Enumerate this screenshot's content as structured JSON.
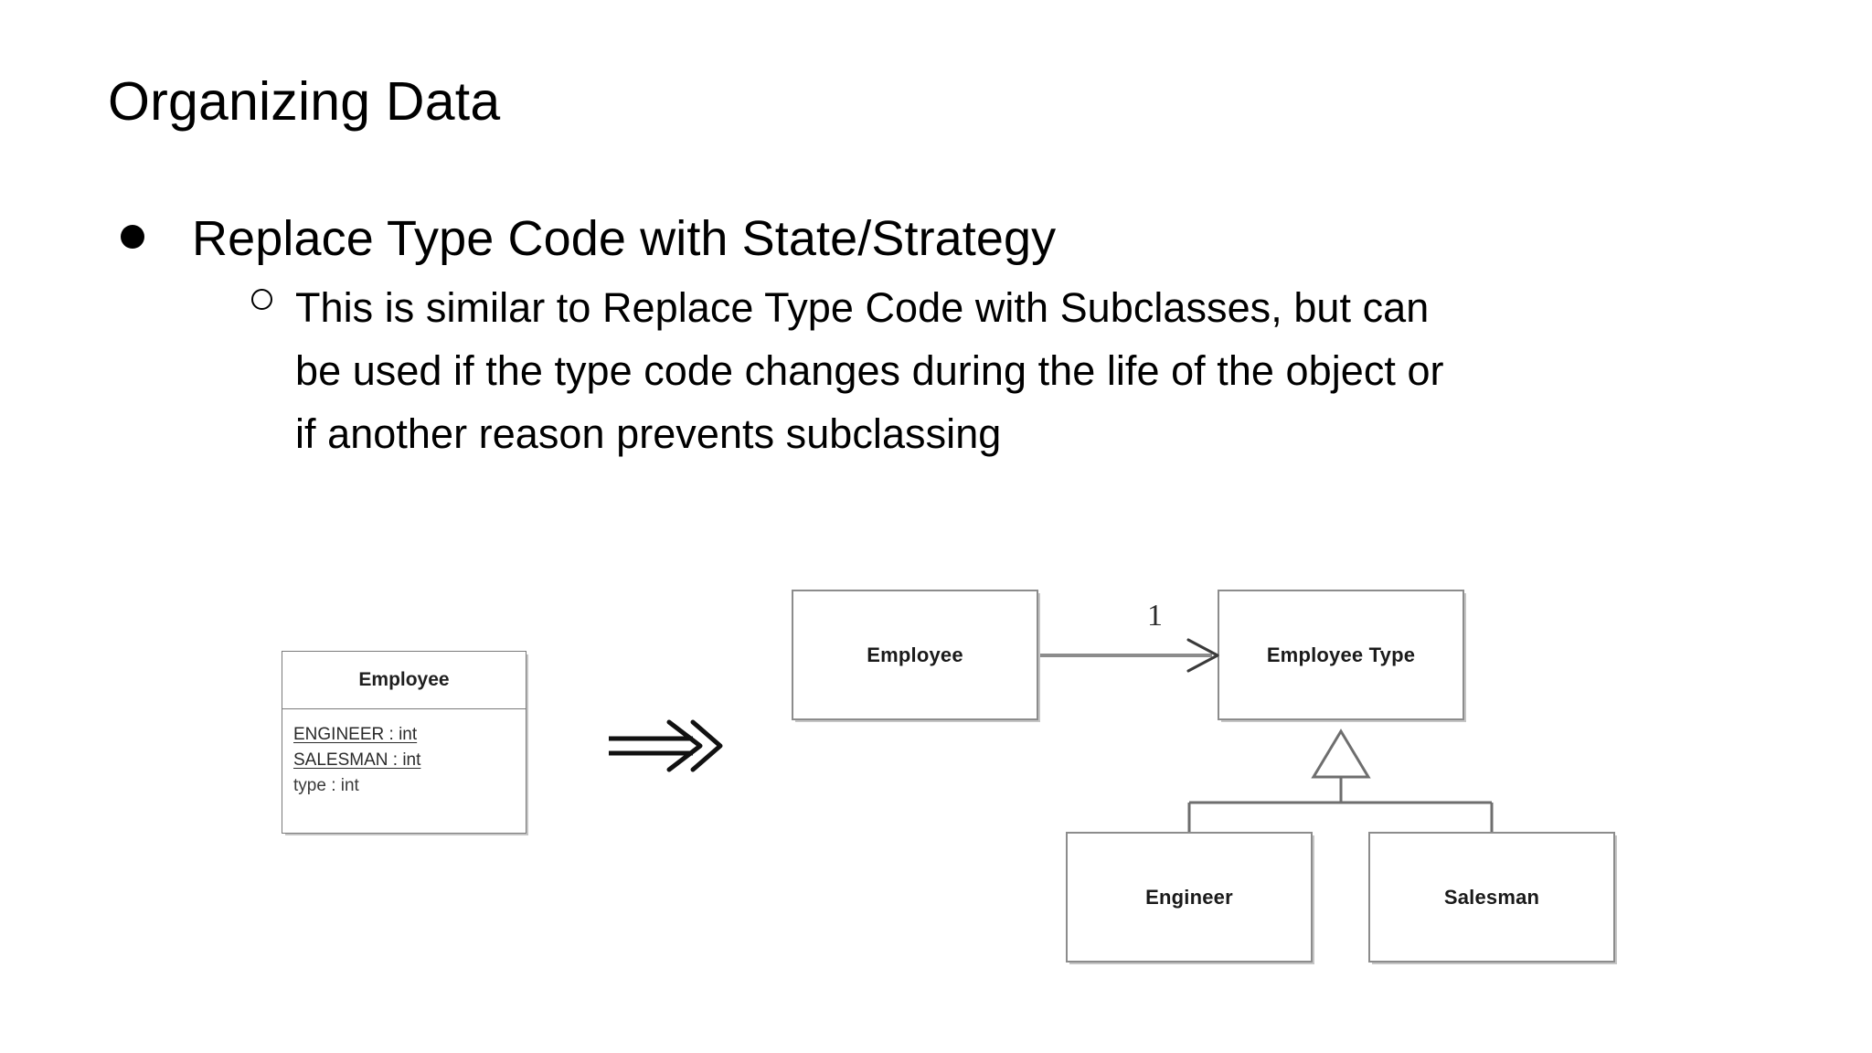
{
  "slide": {
    "title": "Organizing Data",
    "bullets": [
      {
        "level": 1,
        "marker": "filled-disc",
        "text": "Replace Type Code with State/Strategy"
      },
      {
        "level": 2,
        "marker": "hollow-circle",
        "lines": [
          "This is similar to Replace Type Code with Subclasses, but can",
          "be used if the type code changes during the life of the object or",
          "if another reason prevents subclassing"
        ]
      }
    ]
  },
  "diagram": {
    "type": "uml-class-diagram",
    "transform_symbol": "⇒",
    "before": {
      "class_box": {
        "name": "Employee",
        "attributes": [
          {
            "text": "ENGINEER : int",
            "static": true
          },
          {
            "text": "SALESMAN : int",
            "static": true
          },
          {
            "text": "type : int",
            "static": false
          }
        ]
      }
    },
    "after": {
      "boxes": [
        {
          "id": "employee",
          "name": "Employee"
        },
        {
          "id": "employee-type",
          "name": "Employee Type"
        },
        {
          "id": "engineer",
          "name": "Engineer"
        },
        {
          "id": "salesman",
          "name": "Salesman"
        }
      ],
      "associations": [
        {
          "from": "employee",
          "to": "employee-type",
          "kind": "directed-association",
          "multiplicity_target": "1"
        }
      ],
      "generalizations": [
        {
          "parent": "employee-type",
          "child": "engineer"
        },
        {
          "parent": "employee-type",
          "child": "salesman"
        }
      ]
    }
  },
  "colors": {
    "background": "#ffffff",
    "text": "#000000",
    "diagram_stroke": "#8c8c8c",
    "diagram_text": "#1f1f1f"
  }
}
